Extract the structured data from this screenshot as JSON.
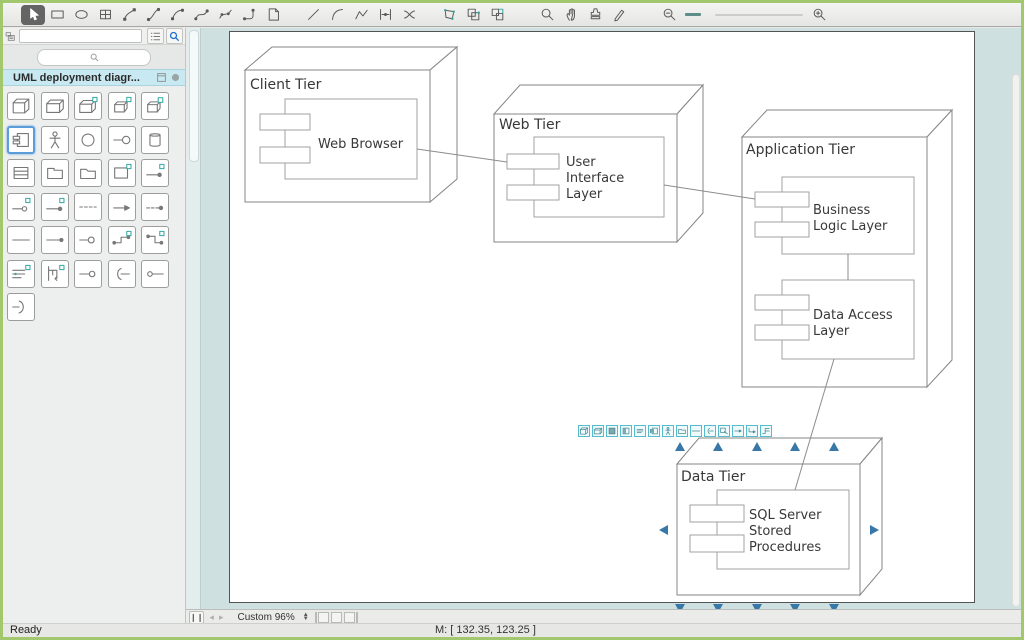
{
  "colors": {
    "frame_green": "#a3c76c",
    "selection_blue": "#3878a8",
    "library_row_cyan": "#c8e9f1",
    "floating_toolbar_teal": "#54bccb"
  },
  "toolbar": {
    "tools": [
      {
        "icon": "select-tool",
        "selected": true
      },
      {
        "icon": "rectangle-tool"
      },
      {
        "icon": "ellipse-tool"
      },
      {
        "icon": "table-tool"
      },
      {
        "icon": "direct-connector-tool"
      },
      {
        "icon": "smart-connector-tool"
      },
      {
        "icon": "arc-connector-tool"
      },
      {
        "icon": "bezier-connector-tool"
      },
      {
        "icon": "curve-connector-tool"
      },
      {
        "icon": "round-connector-tool"
      },
      {
        "icon": "text-note-tool"
      },
      {
        "sep": "sm"
      },
      {
        "icon": "line-tool"
      },
      {
        "icon": "arc-tool"
      },
      {
        "icon": "polyline-tool"
      },
      {
        "icon": "dimension-tool"
      },
      {
        "icon": "split-tool"
      },
      {
        "sep": "sm"
      },
      {
        "icon": "reshape-tool"
      },
      {
        "icon": "group-tool"
      },
      {
        "icon": "ungroup-tool"
      },
      {
        "sep": "lg"
      },
      {
        "icon": "zoom-area-tool"
      },
      {
        "icon": "pan-tool"
      },
      {
        "icon": "format-painter-tool"
      },
      {
        "icon": "pen-tool"
      },
      {
        "sep": "lg"
      },
      {
        "icon": "zoom-out-button"
      },
      {
        "slider": true
      },
      {
        "icon": "zoom-in-button"
      }
    ]
  },
  "sidebar": {
    "filter_value": "",
    "search_value": "",
    "library": {
      "title": "UML deployment diagr..."
    },
    "shapes": [
      {
        "icon": "node"
      },
      {
        "icon": "node-b"
      },
      {
        "icon": "node-c"
      },
      {
        "icon": "node-d"
      },
      {
        "icon": "node-e"
      },
      {
        "icon": "component",
        "selected": true
      },
      {
        "icon": "actor"
      },
      {
        "icon": "circle"
      },
      {
        "icon": "lollipop"
      },
      {
        "icon": "database"
      },
      {
        "icon": "class-box"
      },
      {
        "icon": "tab-rect"
      },
      {
        "icon": "folder"
      },
      {
        "icon": "note-m"
      },
      {
        "icon": "line-arrow-m"
      },
      {
        "icon": "line-circle-m"
      },
      {
        "icon": "line-dot-m"
      },
      {
        "icon": "dashed-line"
      },
      {
        "icon": "arrow"
      },
      {
        "icon": "dashed-arrow-dot"
      },
      {
        "icon": "line"
      },
      {
        "icon": "line-dot"
      },
      {
        "icon": "line-lollipop"
      },
      {
        "icon": "corner-m"
      },
      {
        "icon": "corner-m2"
      },
      {
        "icon": "multiline-m"
      },
      {
        "icon": "tree-m"
      },
      {
        "icon": "line-circle"
      },
      {
        "icon": "fork"
      },
      {
        "icon": "circle-line"
      },
      {
        "icon": "arc-fork"
      }
    ]
  },
  "canvas": {
    "diagram": {
      "client": {
        "title": "Client Tier",
        "component": [
          "Web Browser"
        ]
      },
      "web": {
        "title": "Web Tier",
        "component": [
          "User",
          "Interface",
          "Layer"
        ]
      },
      "app": {
        "title": "Application Tier",
        "business": [
          "Business",
          "Logic Layer"
        ],
        "data_access": [
          "Data Access",
          "Layer"
        ]
      },
      "data": {
        "title": "Data Tier",
        "component": [
          "SQL Server",
          "Stored",
          "Procedures"
        ]
      }
    },
    "floating_toolbar": [
      {
        "icon": "node"
      },
      {
        "icon": "node-b"
      },
      {
        "icon": "box-filled"
      },
      {
        "icon": "box-half"
      },
      {
        "icon": "hlist"
      },
      {
        "icon": "component"
      },
      {
        "icon": "actor"
      },
      {
        "icon": "folder"
      },
      {
        "icon": "line"
      },
      {
        "icon": "fork"
      },
      {
        "icon": "frame"
      },
      {
        "icon": "arrow-r"
      },
      {
        "icon": "corner-arr"
      },
      {
        "icon": "branch"
      }
    ]
  },
  "bottom": {
    "zoom_label": "Custom 96%"
  },
  "statusbar": {
    "status": "Ready",
    "mouse": "M: [ 132.35, 123.25 ]"
  }
}
